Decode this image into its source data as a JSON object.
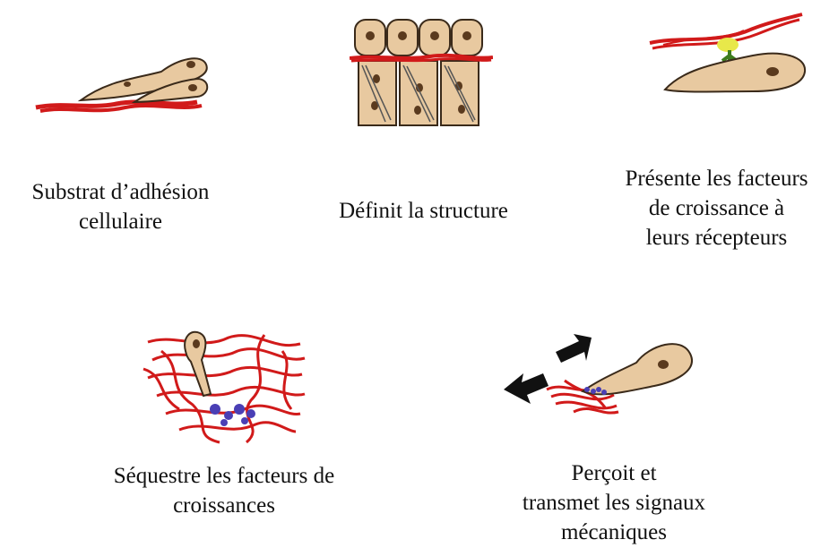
{
  "colors": {
    "cell_fill": "#e8c9a0",
    "cell_outline": "#3a2a1a",
    "nucleus": "#5a3a1e",
    "matrix_fiber": "#d11a1a",
    "growth_factor": "#4a3fb5",
    "receptor": "#3e7d1e",
    "ligand": "#e8e84a",
    "arrow": "#111111"
  },
  "panels": [
    {
      "id": "adhesion",
      "icon": "cell-adhesion-illustration",
      "caption_lines": [
        "Substrat d’adhésion",
        "cellulaire"
      ]
    },
    {
      "id": "structure",
      "icon": "tissue-structure-illustration",
      "caption_lines": [
        "Définit la structure"
      ]
    },
    {
      "id": "presentation",
      "icon": "growth-factor-presentation-illustration",
      "caption_lines": [
        "Présente les facteurs",
        "de croissance à",
        "leurs récepteurs"
      ]
    },
    {
      "id": "sequestration",
      "icon": "growth-factor-sequestration-illustration",
      "caption_lines": [
        "Séquestre les facteurs de",
        "croissances"
      ]
    },
    {
      "id": "mechano",
      "icon": "mechanical-signal-illustration",
      "caption_lines": [
        "Perçoit et",
        "transmet les signaux",
        "mécaniques"
      ]
    }
  ]
}
